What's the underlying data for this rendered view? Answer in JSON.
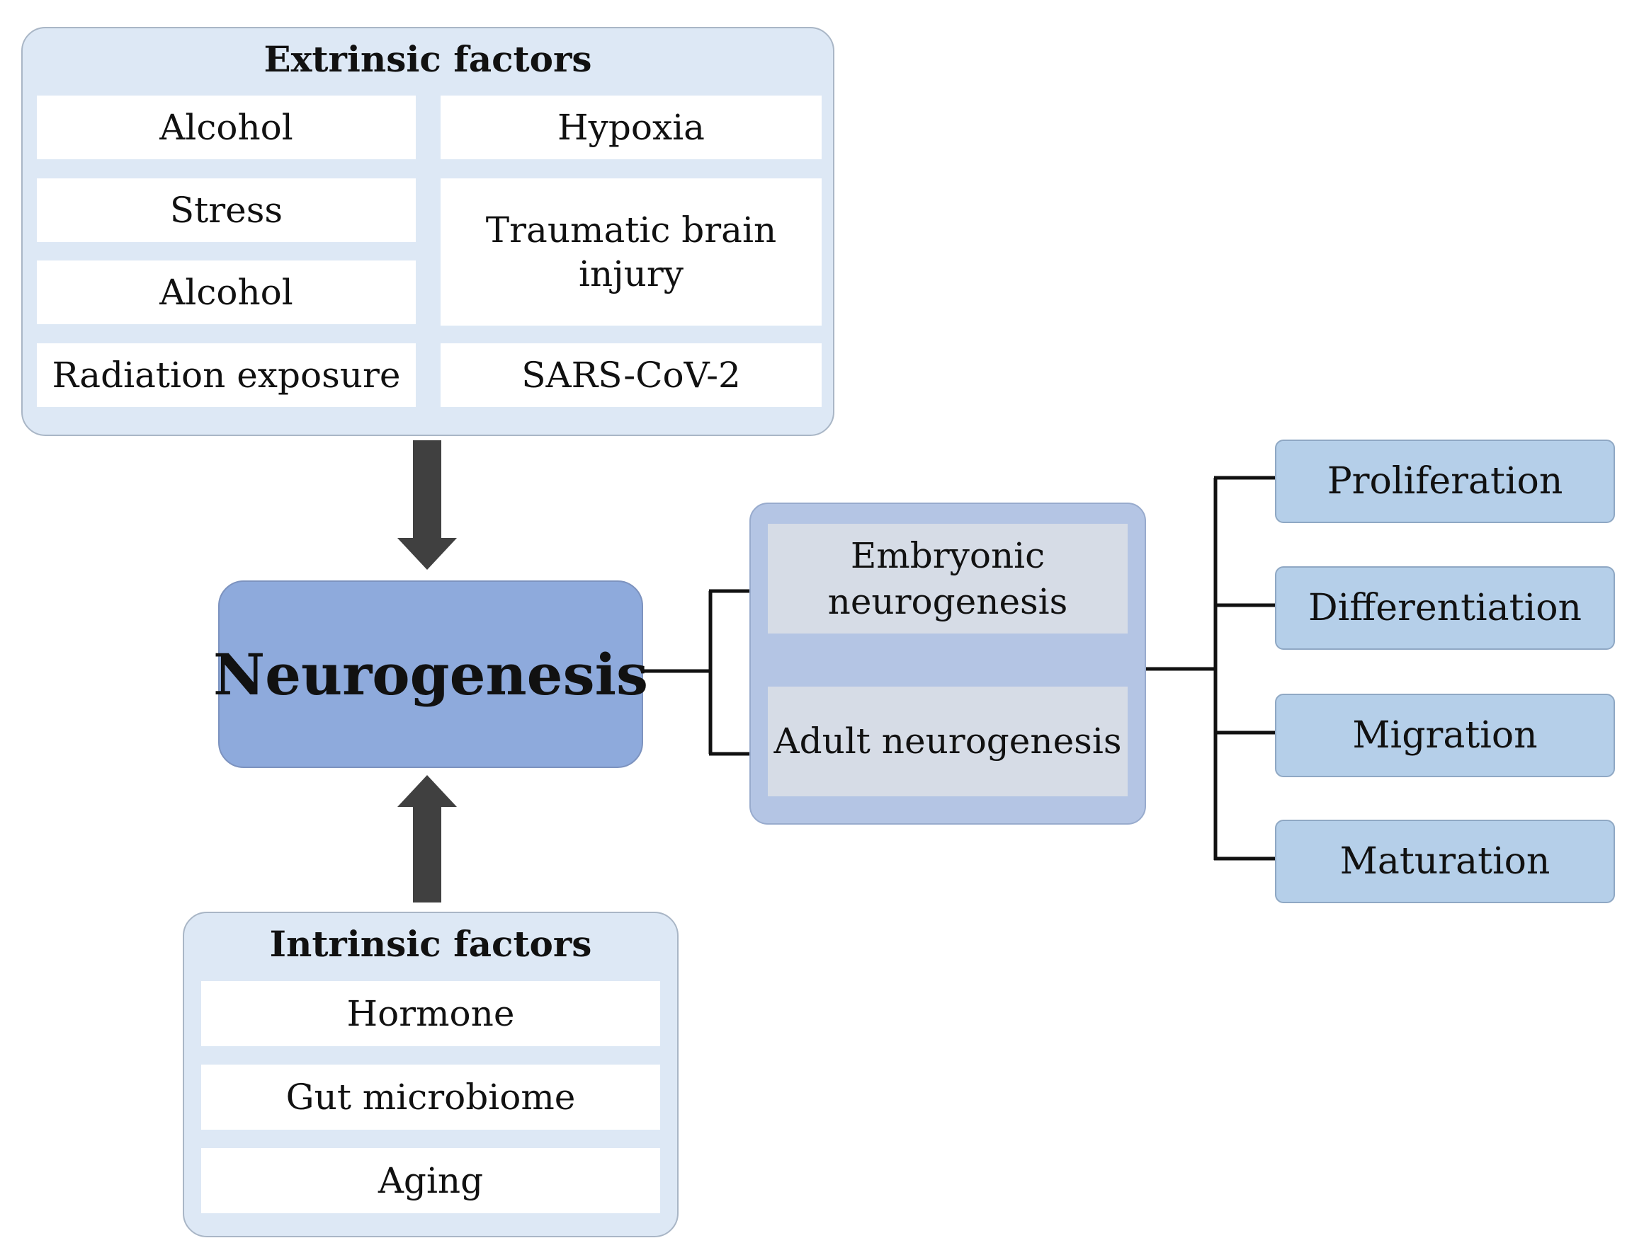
{
  "extrinsic": {
    "title": "Extrinsic factors",
    "items": [
      "Alcohol",
      "Hypoxia",
      "Stress",
      "Traumatic brain injury",
      "Alcohol",
      "Radiation exposure",
      "SARS-CoV-2"
    ]
  },
  "center": {
    "label": "Neurogenesis"
  },
  "types": [
    "Embryonic neurogenesis",
    "Adult neurogenesis"
  ],
  "stages": [
    "Proliferation",
    "Differentiation",
    "Migration",
    "Maturation"
  ],
  "intrinsic": {
    "title": "Intrinsic factors",
    "items": [
      "Hormone",
      "Gut microbiome",
      "Aging"
    ]
  },
  "colors": {
    "panel": "#dde8f5",
    "center": "#8eaadc",
    "types_box": "#b4c5e4",
    "type_cell": "#d6dce6",
    "stage": "#b5cfe9",
    "arrow": "#404040"
  }
}
